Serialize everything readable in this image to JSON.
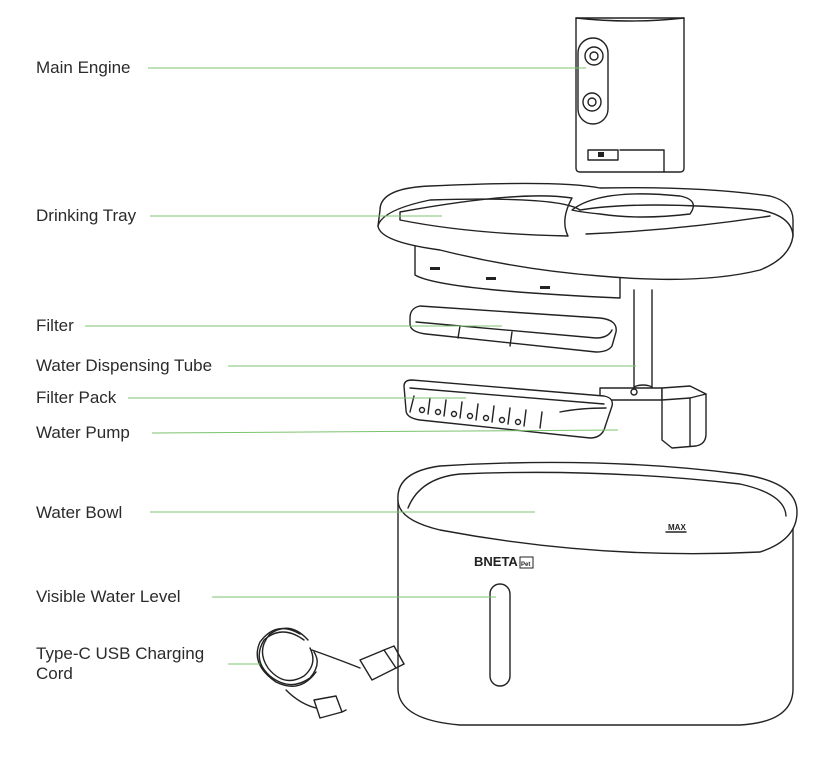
{
  "labels": {
    "main_engine": "Main Engine",
    "drinking_tray": "Drinking Tray",
    "filter": "Filter",
    "water_dispensing_tube": "Water Dispensing Tube",
    "filter_pack": "Filter Pack",
    "water_pump": "Water Pump",
    "water_bowl": "Water Bowl",
    "visible_water_level": "Visible Water Level",
    "usb_cord": "Type-C USB Charging\nCord"
  },
  "product_marks": {
    "brand": "BNETA",
    "brand_badge": "Pet",
    "max_mark": "MAX"
  },
  "colors": {
    "leader_line": "#7cc36e",
    "outline": "#222222",
    "text": "#2b2b2b"
  }
}
